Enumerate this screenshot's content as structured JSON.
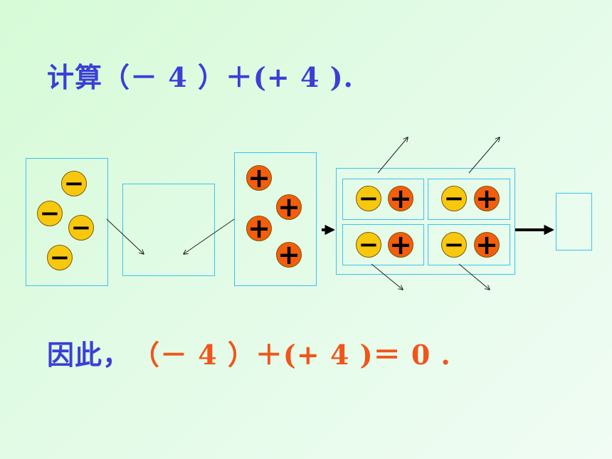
{
  "title": "计算（－ 4 ）＋(+ 4 ).",
  "result": {
    "lead": "因此，",
    "equation": "（－ 4 ）＋(+ 4 )＝ 0 ."
  },
  "chips": {
    "negative_symbol": "−",
    "positive_symbol": "+"
  },
  "colors": {
    "text_blue": "#3b3fd6",
    "text_orange": "#f1551a",
    "negative_chip": "#f8c80f",
    "positive_chip": "#f35d0d",
    "box_border": "#39c3f0"
  }
}
